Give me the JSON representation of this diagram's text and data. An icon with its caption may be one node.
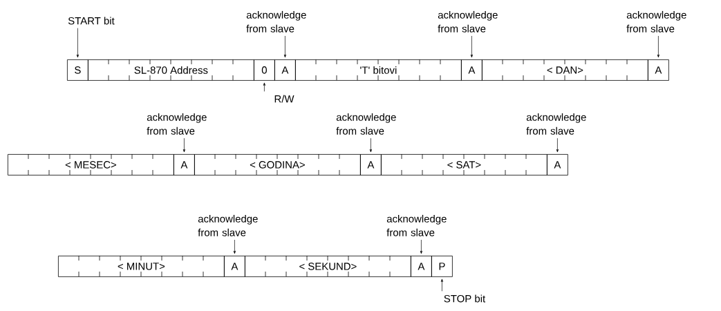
{
  "diagram": {
    "nodes": [
      {
        "text": [
          "START bit"
        ]
      },
      {
        "text": [
          "acknowledge from slave"
        ]
      },
      {
        "text": [
          "acknowledge from slave"
        ]
      },
      {
        "text": [
          "acknowledge from slave"
        ]
      },
      {
        "text": [
          "S"
        ]
      },
      {
        "text": [
          "SL-870 Address"
        ]
      },
      {
        "text": [
          "0"
        ]
      },
      {
        "text": [
          "A"
        ]
      },
      {
        "text": [
          "'T' bitovi"
        ]
      },
      {
        "text": [
          "A"
        ]
      },
      {
        "text": [
          "< DAN>"
        ]
      },
      {
        "text": [
          "A"
        ]
      },
      {
        "text": [
          "R/W"
        ]
      },
      {
        "text": [
          "acknowledge from slave"
        ]
      },
      {
        "text": [
          "acknowledge from slave"
        ]
      },
      {
        "text": [
          "acknowledge from slave"
        ]
      },
      {
        "text": [
          "< MESEC>"
        ]
      },
      {
        "text": [
          "A"
        ]
      },
      {
        "text": [
          "< GODINA>"
        ]
      },
      {
        "text": [
          "A"
        ]
      },
      {
        "text": [
          "< SAT>"
        ]
      },
      {
        "text": [
          "A"
        ]
      },
      {
        "text": [
          "acknowledge from slave"
        ]
      },
      {
        "text": [
          "acknowledge from slave"
        ]
      },
      {
        "text": [
          "< MINUT>"
        ]
      },
      {
        "text": [
          "A"
        ]
      },
      {
        "text": [
          "< SEKUND>"
        ]
      },
      {
        "text": [
          "A"
        ]
      },
      {
        "text": [
          "P"
        ]
      },
      {
        "text": [
          "STOP bit"
        ]
      }
    ],
    "edges": [
      {
        "from": 0,
        "to": 4,
        "arrow": "to"
      },
      {
        "from": 1,
        "to": 7,
        "arrow": "to"
      },
      {
        "from": 2,
        "to": 9,
        "arrow": "to"
      },
      {
        "from": 3,
        "to": 11,
        "arrow": "to"
      },
      {
        "from": 12,
        "to": 6,
        "arrow": "to"
      },
      {
        "from": 13,
        "to": 17,
        "arrow": "to"
      },
      {
        "from": 14,
        "to": 19,
        "arrow": "to"
      },
      {
        "from": 15,
        "to": 21,
        "arrow": "to"
      },
      {
        "from": 22,
        "to": 25,
        "arrow": "to"
      },
      {
        "from": 23,
        "to": 27,
        "arrow": "to"
      },
      {
        "from": 29,
        "to": 28,
        "arrow": "to"
      }
    ]
  }
}
